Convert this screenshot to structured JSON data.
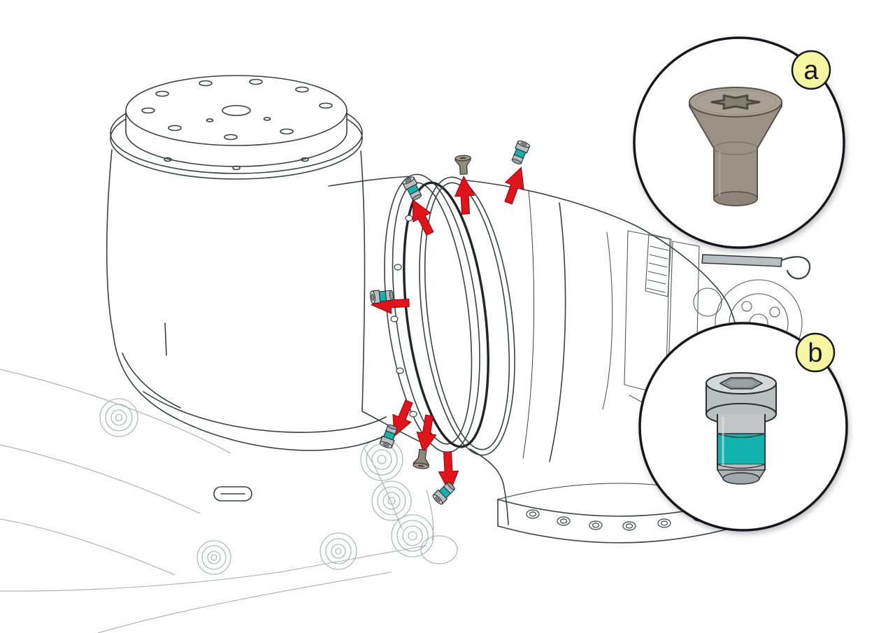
{
  "figure": {
    "kind": "exploded-assembly-illustration",
    "subject": "robot-arm-elbow-joint-flange-screw-removal",
    "callouts": [
      {
        "label": "a",
        "item": "countersunk-torx-screw"
      },
      {
        "label": "b",
        "item": "socket-head-cap-screw-with-threadlock"
      }
    ],
    "arrow_count": 7,
    "colors": {
      "arrow_red": "#e2131b",
      "threadlock_teal": "#12b2ae",
      "badge_yellow": "#f7f7a3",
      "line_art": "#3a4046",
      "screw_a_body": "#9a9184",
      "screw_b_body": "#bfc4c5",
      "background": "#ffffff"
    }
  }
}
